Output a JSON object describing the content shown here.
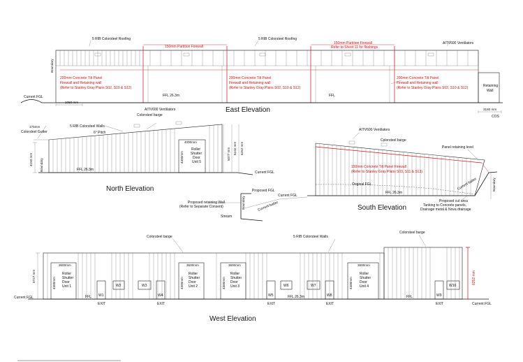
{
  "east": {
    "title": "East Elevation",
    "roofing_left": "5 RIB Colorsteel Roofing",
    "roofing_mid": "5 RIB Colorsteel Roofing",
    "ventilators": "AITV600 Ventilators",
    "firewall_1": "150mm Partition Firewall",
    "firewall_2a": "150mm Partition Firewall",
    "firewall_2b": "Refer to Sheet 11 for flashings",
    "panel_a_1": "200mm Concrete Tilt Panel",
    "panel_a_2": "Firewall and Retaining wall",
    "panel_a_3": "(Refer to Stanley Gray Plans S02, S10 & S12)",
    "panel_b_1": "200mm Concrete Tilt Panel",
    "panel_b_2": "Firewall and Retaining wall",
    "panel_b_3": "(Refer to Stanley Gray Plans S02, S10 & S12)",
    "panel_c_1": "200mm Concrete Tilt Panel",
    "panel_c_2": "Firewall and Retaining wall",
    "panel_c_3": "(Refer to Stanley Gray Plans S02, S10 & S12)",
    "ffl_1": "FFL  26.3m",
    "ffl_2": "FFL",
    "retaining_1": "Retaining",
    "retaining_2": "Wall",
    "current_fgl": "Current FGL",
    "dim_1050": "1050 mm",
    "dim_3180": "3180 mm",
    "cos": "COS",
    "boundary": "Boundary"
  },
  "north": {
    "title": "North Elevation",
    "dim_175": "175mm",
    "gutter": "Colorsteel Gutter",
    "walls": "5 RIB Colorsteel Walls",
    "pitch": "6° Pitch",
    "barge": "Colorsteel barge",
    "ventilators": "AITV600 Ventilators",
    "dim_4150": "4150 mm",
    "boundary": "Boundary",
    "ffl": "FFL  26.3m",
    "door_w": "4000mm",
    "door_h": "4300mm",
    "door_1": "Roller",
    "door_2": "Shutter",
    "door_3": "Door",
    "door_4": "Unit 5",
    "dim_5077": "5077 mm",
    "dim_6102": "6102 mm",
    "dim_6252": "6252 mm",
    "current_fgl": "Current FGL",
    "proposed_fgl": "Proposed FGL",
    "current_fgl_2": "Current FGL",
    "retaining_1": "Proposed retaining Wall",
    "retaining_2": "(Refer to Separate Consent)",
    "current_batter": "Current batter",
    "stream": "Stream",
    "boundary_2": "Boundary"
  },
  "south": {
    "title": "South Elevation",
    "ventilators": "AITV600 Ventilators",
    "barge": "Colorsteel barge",
    "panel_level": "Panel retaining level",
    "firewall_1": "150mm Concrete Tilt Panel Firewall",
    "firewall_2": "(Refer to Stanley Gray Plans S03, S11 & S13)",
    "original_fgl": "Original FGL",
    "ffl": "FFL  26.3m",
    "current_batter": "Current batter",
    "boundary": "Boundary",
    "cut_1": "Proposed cut area",
    "cut_2": "Tanking to Concrete panels,",
    "cut_3": "Drainage metal & Nova drainage"
  },
  "west": {
    "title": "West Elevation",
    "barge_1": "Colorsteel barge",
    "walls": "5 RIB Colorsteel Walls",
    "barge_2": "Colorsteel barge",
    "dim_5727": "5727 mm",
    "dim_6252": "6252 mm",
    "current_fgl_left": "Current FGL",
    "current_fgl_right": "Current FGL",
    "ffl_a": "FFL",
    "ffl_b": "FFL  26.3m",
    "ffl_c": "FFL",
    "door_w": "3600mm",
    "door_h": "4300mm",
    "door_roller": "Roller",
    "door_shutter": "Shutter",
    "door_door": "Door",
    "unit_1": "Unit 1",
    "unit_2": "Unit 2",
    "unit_3": "Unit 3",
    "unit_4": "Unit 4",
    "w1": "W1",
    "w2": "W2",
    "w3": "W3",
    "w4": "W4",
    "w5": "W5",
    "w6": "W6",
    "w7": "W7",
    "w8": "W8",
    "w9": "W9",
    "w10": "W10",
    "exit": "EXIT"
  }
}
